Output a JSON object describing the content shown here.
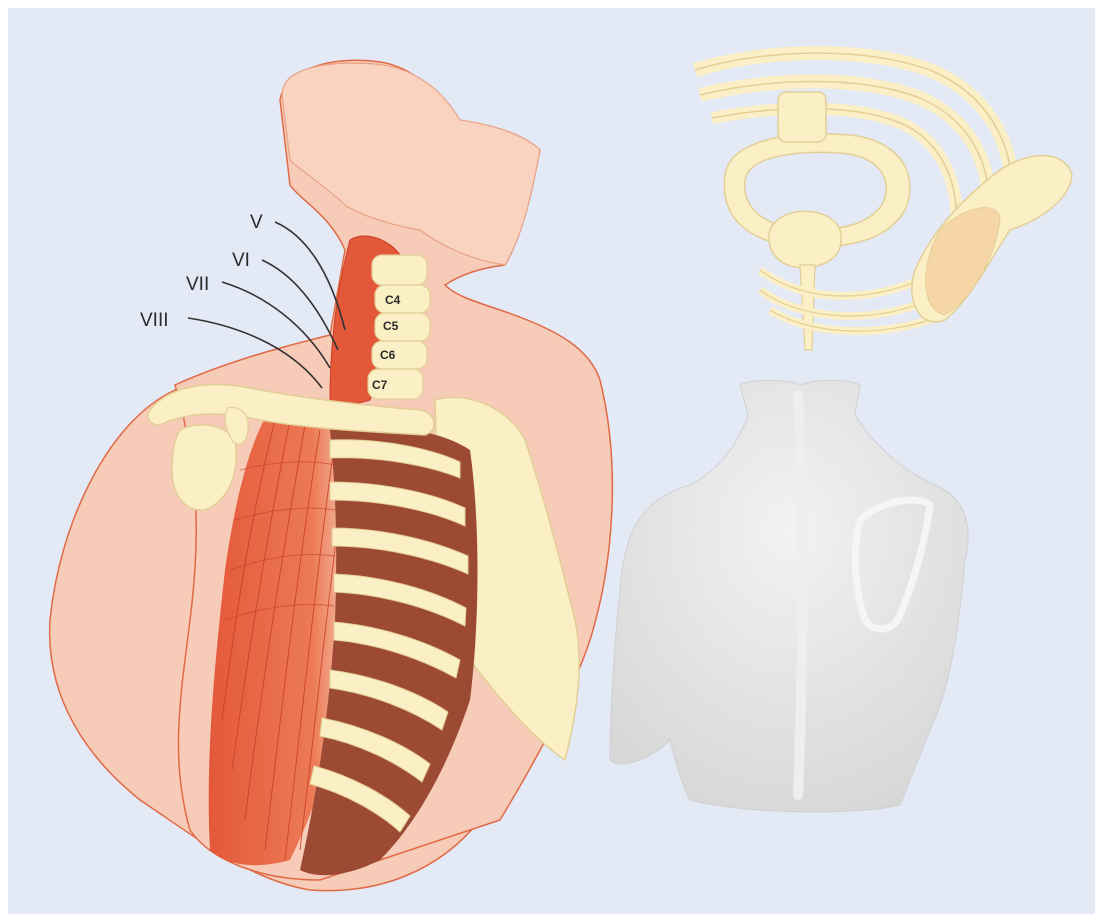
{
  "colors": {
    "background": "#e4e9f6",
    "skin": "#f6cbb7",
    "skin_outline": "#e06a45",
    "muscle": "#e4583a",
    "bone": "#fbefc6",
    "bone_outline": "#e3cf96",
    "rib_shadow": "#9c4a33",
    "torso_grey": "#dedfde"
  },
  "nerve_root_labels": [
    "V",
    "VI",
    "VII",
    "VIII"
  ],
  "vertebra_labels": [
    "C4",
    "C5",
    "C6",
    "C7"
  ]
}
